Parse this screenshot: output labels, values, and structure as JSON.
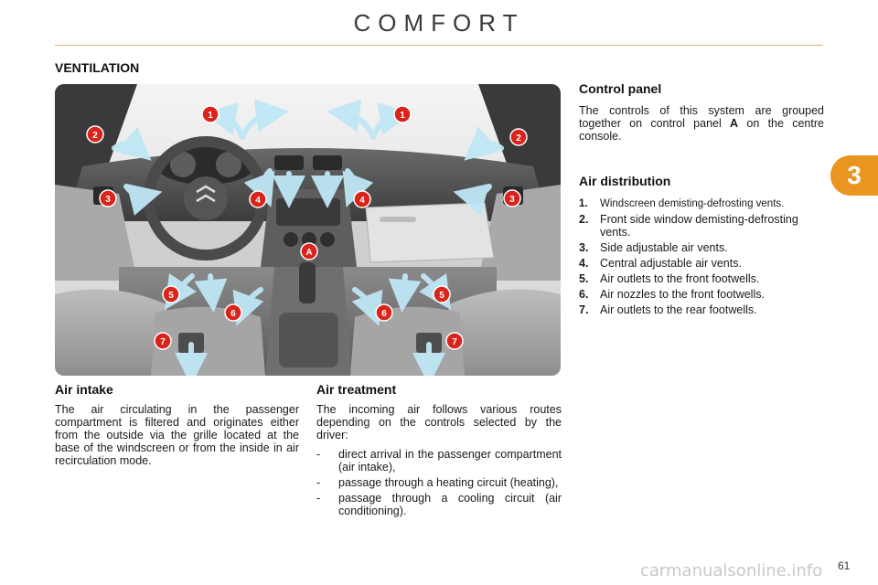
{
  "header": {
    "title": "COMFORT",
    "chapter": "3"
  },
  "section": {
    "title": "VENTILATION"
  },
  "figure": {
    "markers": {
      "m1": "1",
      "m2": "2",
      "m3": "3",
      "m4": "4",
      "m5": "5",
      "m6": "6",
      "m7": "7",
      "mA": "A"
    }
  },
  "air_intake": {
    "title": "Air intake",
    "body": "The air circulating in the passenger compartment is filtered and originates either from the outside via the grille located at the base of the windscreen or from the inside in air recirculation mode."
  },
  "air_treatment": {
    "title": "Air treatment",
    "intro": "The incoming air follows various routes depending on the controls selected by the driver:",
    "items": [
      "direct arrival in the passenger compartment (air intake),",
      "passage through a heating circuit (heating),",
      "passage through a cooling circuit (air conditioning)."
    ]
  },
  "control_panel": {
    "title": "Control panel",
    "text_before": "The controls of this system are grouped together on control panel ",
    "panel_letter": "A",
    "text_after": " on the centre console."
  },
  "air_distribution": {
    "title": "Air distribution",
    "items": [
      {
        "num": "1.",
        "text": "Windscreen demisting-defrosting vents."
      },
      {
        "num": "2.",
        "text": "Front side window demisting-defrosting vents."
      },
      {
        "num": "3.",
        "text": "Side adjustable air vents."
      },
      {
        "num": "4.",
        "text": "Central adjustable air vents."
      },
      {
        "num": "5.",
        "text": "Air outlets to the front footwells."
      },
      {
        "num": "6.",
        "text": "Air nozzles to the front footwells."
      },
      {
        "num": "7.",
        "text": "Air outlets to the rear footwells."
      }
    ]
  },
  "footer": {
    "page_number": "61",
    "watermark": "carmanualsonline.info"
  }
}
